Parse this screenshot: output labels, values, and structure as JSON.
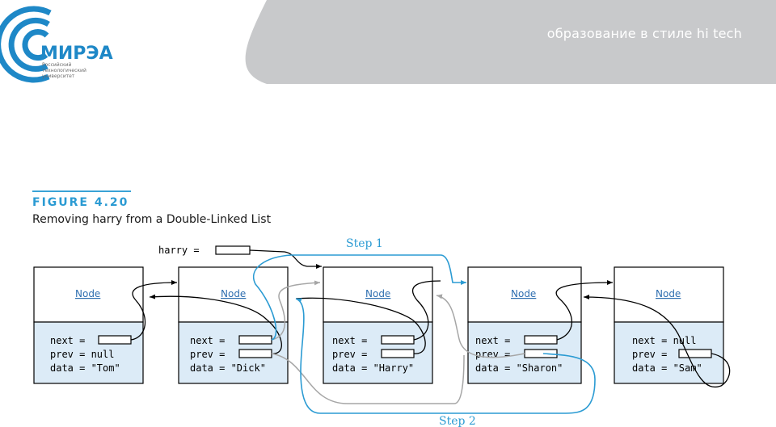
{
  "header": {
    "tagline": "образование в стиле hi tech",
    "logo_text": "МИРЭА",
    "logo_subtext": [
      "Российский",
      "технологический",
      "университет"
    ]
  },
  "figure": {
    "label": "FIGURE 4.20",
    "caption": "Removing harry from a Double-Linked List",
    "harry_label": "harry =",
    "step1": "Step 1",
    "step2": "Step 2",
    "nodes": [
      {
        "title": "Node",
        "next": "next =",
        "prev": "prev = null",
        "data": "data = \"Tom\""
      },
      {
        "title": "Node",
        "next": "next =",
        "prev": "prev =",
        "data": "data = \"Dick\""
      },
      {
        "title": "Node",
        "next": "next =",
        "prev": "prev =",
        "data": "data = \"Harry\""
      },
      {
        "title": "Node",
        "next": "next =",
        "prev": "prev =",
        "data": "data = \"Sharon\""
      },
      {
        "title": "Node",
        "next": "next = null",
        "prev": "prev =",
        "data": "data = \"Sam\""
      }
    ]
  },
  "colors": {
    "header_band": "#c8c9cb",
    "accent_blue": "#2b9bd3",
    "node_field_bg": "#dcebf7",
    "gray_arrow": "#a6a6a6"
  }
}
